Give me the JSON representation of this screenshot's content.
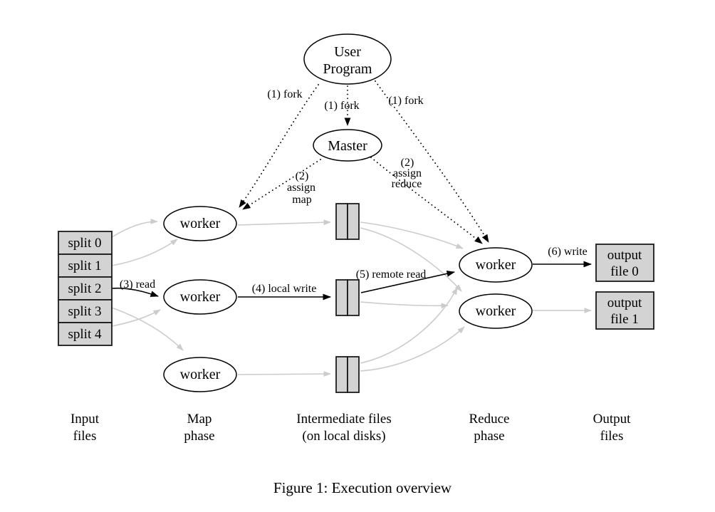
{
  "figure": {
    "caption": "Figure 1: Execution overview",
    "nodes": {
      "user_program_line1": "User",
      "user_program_line2": "Program",
      "master": "Master",
      "worker": "worker",
      "splits": [
        "split 0",
        "split 1",
        "split 2",
        "split 3",
        "split 4"
      ],
      "output_file_0_line1": "output",
      "output_file_0_line2": "file 0",
      "output_file_1_line1": "output",
      "output_file_1_line2": "file 1"
    },
    "edge_labels": {
      "fork": "(1) fork",
      "assign_map_line1": "(2)",
      "assign_map_line2": "assign",
      "assign_map_line3": "map",
      "assign_reduce_line1": "(2)",
      "assign_reduce_line2": "assign",
      "assign_reduce_line3": "reduce",
      "read": "(3) read",
      "local_write": "(4) local write",
      "remote_read": "(5) remote read",
      "write": "(6) write"
    },
    "phase_labels": {
      "input_line1": "Input",
      "input_line2": "files",
      "map_line1": "Map",
      "map_line2": "phase",
      "intermediate_line1": "Intermediate files",
      "intermediate_line2": "(on local disks)",
      "reduce_line1": "Reduce",
      "reduce_line2": "phase",
      "output_line1": "Output",
      "output_line2": "files"
    },
    "colors": {
      "background": "#ffffff",
      "node_fill": "#ffffff",
      "box_fill": "#d3d3d3",
      "stroke": "#000000",
      "gray_arrow": "#cccccc"
    }
  }
}
